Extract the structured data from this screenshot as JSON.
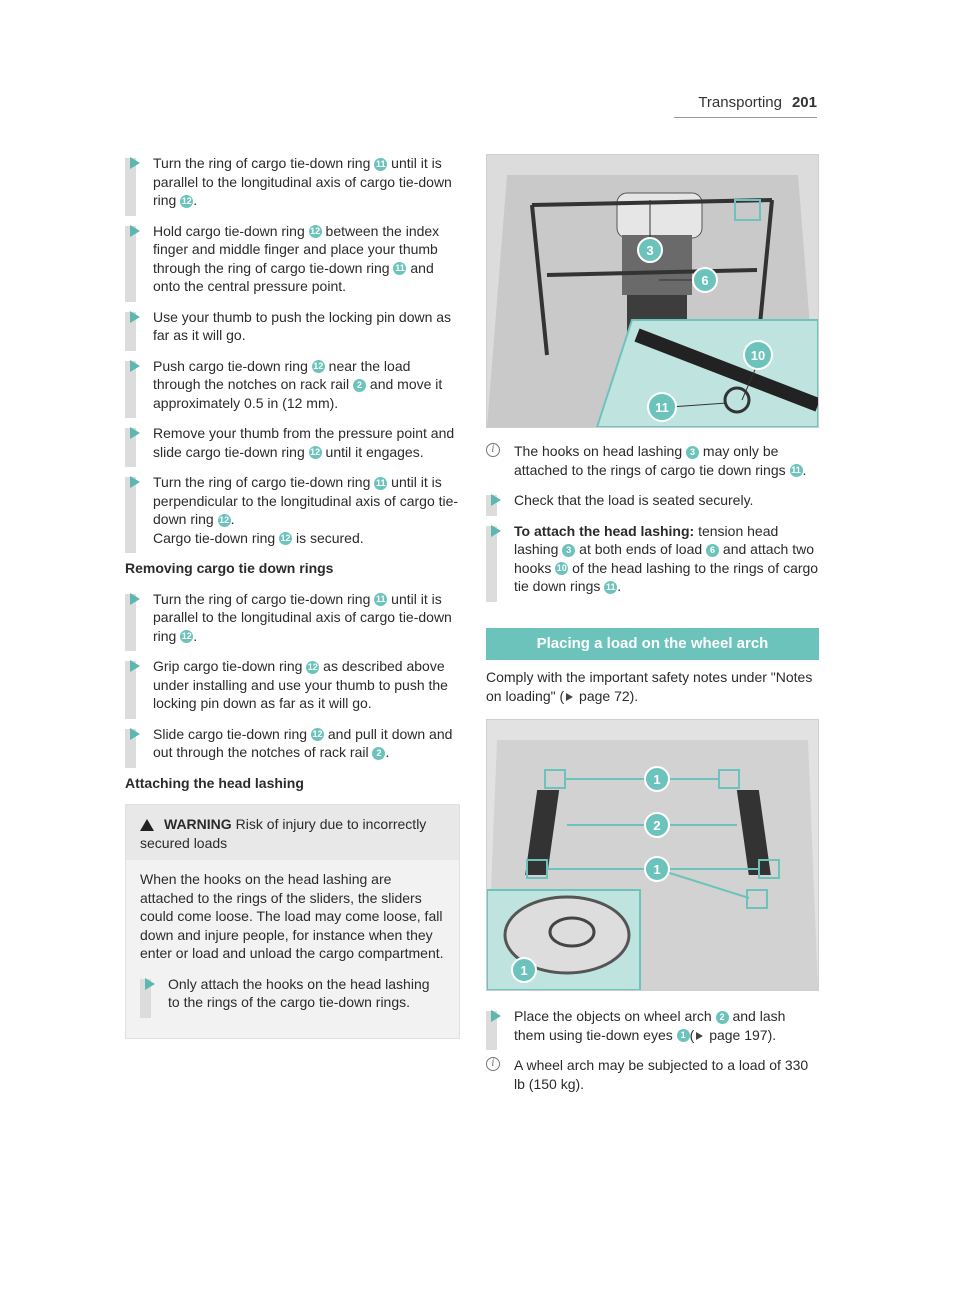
{
  "header": {
    "section": "Transporting",
    "page": "201"
  },
  "left": {
    "steps1": [
      {
        "parts": [
          "Turn the ring of cargo tie-down ring ",
          "11",
          " until it is parallel to the longitudinal axis of cargo tie-down ring ",
          "12",
          "."
        ]
      },
      {
        "parts": [
          "Hold cargo tie-down ring ",
          "12",
          " between the index finger and middle finger and place your thumb through the ring of cargo tie-down ring ",
          "11",
          " and onto the central pressure point."
        ]
      },
      {
        "parts": [
          "Use your thumb to push the locking pin down as far as it will go."
        ]
      },
      {
        "parts": [
          "Push cargo tie-down ring ",
          "12",
          " near the load through the notches on rack rail ",
          "2",
          " and move it approximately 0.5 in (12 mm)."
        ]
      },
      {
        "parts": [
          "Remove your thumb from the pressure point and slide cargo tie-down ring ",
          "12",
          " until it engages."
        ]
      },
      {
        "parts": [
          "Turn the ring of cargo tie-down ring ",
          "11",
          " until it is perpendicular to the longitudinal axis of cargo tie-down ring ",
          "12",
          "."
        ],
        "extra": [
          "Cargo tie-down ring ",
          "12",
          " is secured."
        ]
      }
    ],
    "heading_removing": "Removing cargo tie down rings",
    "steps2": [
      {
        "parts": [
          "Turn the ring of cargo tie-down ring ",
          "11",
          " until it is parallel to the longitudinal axis of cargo tie-down ring ",
          "12",
          "."
        ]
      },
      {
        "parts": [
          "Grip cargo tie-down ring ",
          "12",
          " as described above under installing and use your thumb to push the locking pin down as far as it will go."
        ]
      },
      {
        "parts": [
          "Slide cargo tie-down ring ",
          "12",
          " and pull it down and out through the notches of rack rail ",
          "2",
          "."
        ]
      }
    ],
    "heading_attaching": "Attaching the head lashing",
    "warning": {
      "label": "WARNING",
      "title": "Risk of injury due to incorrectly secured loads",
      "body": "When the hooks on the head lashing are attached to the rings of the sliders, the sliders could come loose. The load may come loose, fall down and injure people, for instance when they enter or load and unload the cargo compartment.",
      "step": "Only attach the hooks on the head lashing to the rings of the cargo tie-down rings."
    }
  },
  "right": {
    "fig1_labels": [
      "3",
      "6",
      "10",
      "11"
    ],
    "note1": [
      "The hooks on head lashing ",
      "3",
      " may only be attached to the rings of cargo tie down rings ",
      "11",
      "."
    ],
    "step_check": "Check that the load is seated securely.",
    "step_attach": {
      "bold": "To attach the head lashing:",
      "parts": [
        " tension head lashing ",
        "3",
        " at both ends of load ",
        "6",
        " and attach two hooks ",
        "10",
        " of the head lashing to the rings of cargo tie down rings ",
        "11",
        "."
      ]
    },
    "section_title": "Placing a load on the wheel arch",
    "section_para": [
      "Comply with the important safety notes under \"Notes on loading\" (",
      "page 72",
      ")."
    ],
    "fig2_labels": [
      "1",
      "2",
      "1",
      "1"
    ],
    "step_place": [
      "Place the objects on wheel arch ",
      "2",
      " and lash them using tie-down eyes ",
      "1",
      "(",
      "page 197",
      ")."
    ],
    "note2": "A wheel arch may be subjected to a load of 330 lb (150 kg)."
  },
  "colors": {
    "accent": "#6cc3bb",
    "bar": "#dcdcdc"
  }
}
